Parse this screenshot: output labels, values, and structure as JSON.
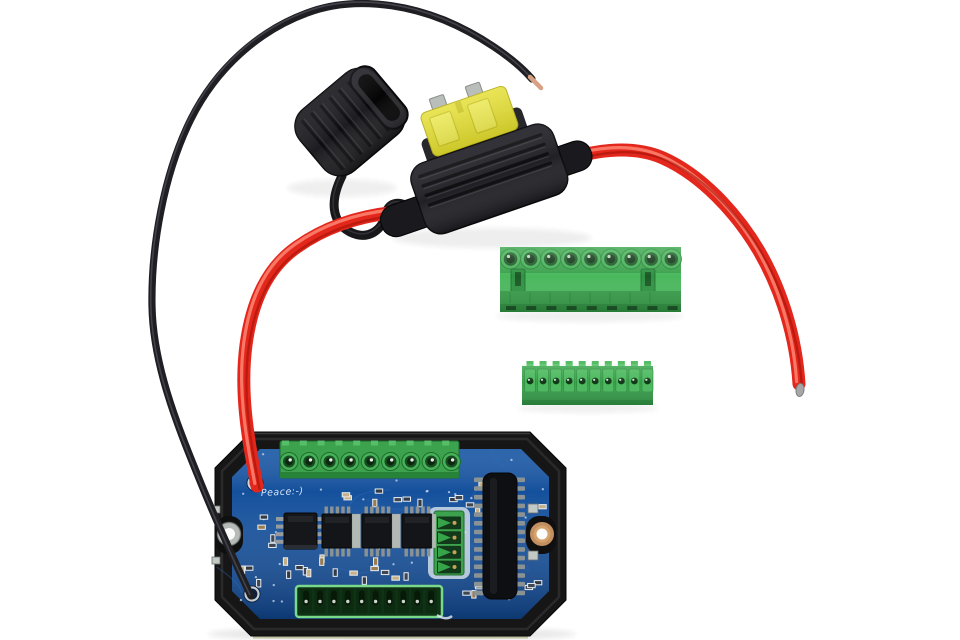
{
  "photo": {
    "alt": "Motor controller circuit board with fused power leads and terminal block plugs",
    "background_color": "#ffffff"
  },
  "board": {
    "silkscreen_text": "Peace:-)",
    "pcb_color": "#14509c",
    "housing_color": "#161617",
    "top_header": {
      "positions": 9,
      "color": "#3ca24e"
    },
    "bottom_header": {
      "positions": 10,
      "color": "#2f8a3e"
    },
    "side_connector": {
      "positions": 4,
      "color": "#3ca24e"
    },
    "large_ic_pins_per_side": 14,
    "driver_chip_count": 3
  },
  "connectors": {
    "large_plug": {
      "positions": 9,
      "color": "#3ca24e"
    },
    "small_plug": {
      "positions": 10,
      "color": "#3ca24e"
    }
  },
  "fuse_assembly": {
    "fuse_color": "#e4df33",
    "holder_color": "#202025",
    "cap_color": "#1d1d21"
  },
  "wires": {
    "positive_color": "#e3271c",
    "negative_color": "#1f1f23",
    "positive_tip_color": "#a6a6a6",
    "negative_tip_color": "#d8a184"
  }
}
